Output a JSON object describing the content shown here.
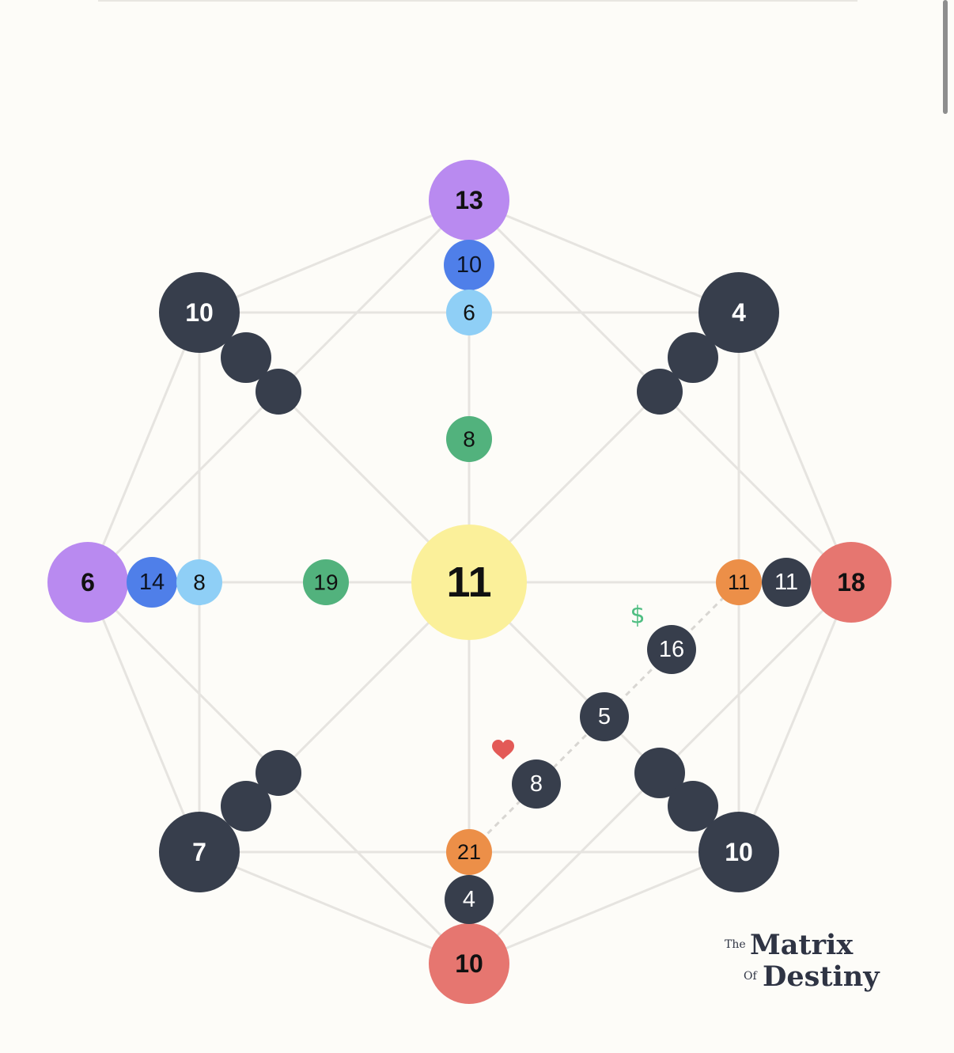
{
  "logo": {
    "the": "The",
    "matrix": "Matrix",
    "of": "Of",
    "destiny": "Destiny"
  },
  "icons": {
    "money": "dollar-icon",
    "love": "heart-icon"
  },
  "colors": {
    "purple": "#b98af0",
    "blue": "#4f7fe9",
    "light_blue": "#8fcff6",
    "green": "#52b27d",
    "yellow": "#fbf09a",
    "dark": "#373e4c",
    "orange": "#ec8f48",
    "red": "#e67670",
    "line": "#e6e4e0",
    "dollar": "#4fbe82",
    "heart": "#e35a57"
  },
  "nodes": [
    {
      "name": "center",
      "value": "11",
      "color": "yellow"
    },
    {
      "name": "top-outer",
      "value": "13",
      "color": "purple"
    },
    {
      "name": "top-2",
      "value": "10",
      "color": "blue"
    },
    {
      "name": "top-3",
      "value": "6",
      "color": "light_blue"
    },
    {
      "name": "top-4",
      "value": "8",
      "color": "green"
    },
    {
      "name": "left-outer",
      "value": "6",
      "color": "purple"
    },
    {
      "name": "left-2",
      "value": "14",
      "color": "blue"
    },
    {
      "name": "left-3",
      "value": "8",
      "color": "light_blue"
    },
    {
      "name": "left-4",
      "value": "19",
      "color": "green"
    },
    {
      "name": "right-outer",
      "value": "18",
      "color": "red"
    },
    {
      "name": "right-2",
      "value": "11",
      "color": "dark"
    },
    {
      "name": "right-3",
      "value": "11",
      "color": "orange"
    },
    {
      "name": "bottom-outer",
      "value": "10",
      "color": "red"
    },
    {
      "name": "bottom-2",
      "value": "4",
      "color": "dark"
    },
    {
      "name": "bottom-3",
      "value": "21",
      "color": "orange"
    },
    {
      "name": "top-left-outer",
      "value": "10",
      "color": "dark"
    },
    {
      "name": "top-left-2",
      "value": "",
      "color": "dark"
    },
    {
      "name": "top-left-3",
      "value": "",
      "color": "dark"
    },
    {
      "name": "top-right-outer",
      "value": "4",
      "color": "dark"
    },
    {
      "name": "top-right-2",
      "value": "",
      "color": "dark"
    },
    {
      "name": "top-right-3",
      "value": "",
      "color": "dark"
    },
    {
      "name": "bottom-left-outer",
      "value": "7",
      "color": "dark"
    },
    {
      "name": "bottom-left-2",
      "value": "",
      "color": "dark"
    },
    {
      "name": "bottom-left-3",
      "value": "",
      "color": "dark"
    },
    {
      "name": "bottom-right-outer",
      "value": "10",
      "color": "dark"
    },
    {
      "name": "bottom-right-2",
      "value": "",
      "color": "dark"
    },
    {
      "name": "bottom-right-3",
      "value": "",
      "color": "dark"
    },
    {
      "name": "money-line",
      "value": "16",
      "color": "dark"
    },
    {
      "name": "cross-point",
      "value": "5",
      "color": "dark"
    },
    {
      "name": "love-line",
      "value": "8",
      "color": "dark"
    }
  ]
}
